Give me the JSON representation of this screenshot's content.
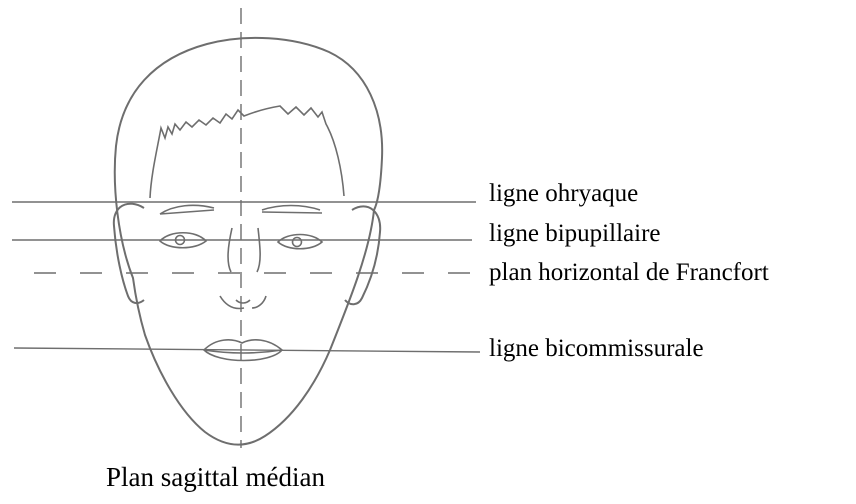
{
  "diagram": {
    "lines": [
      {
        "id": "ohryaque",
        "label": "ligne ohryaque"
      },
      {
        "id": "bipupillaire",
        "label": "ligne bipupillaire"
      },
      {
        "id": "francfort",
        "label": "plan horizontal de Francfort"
      },
      {
        "id": "bicommissurale",
        "label": "ligne bicommissurale"
      }
    ],
    "caption": "Plan sagittal médian"
  },
  "colors": {
    "stroke": "#6e6e6e",
    "text": "#000000",
    "background": "#ffffff"
  }
}
